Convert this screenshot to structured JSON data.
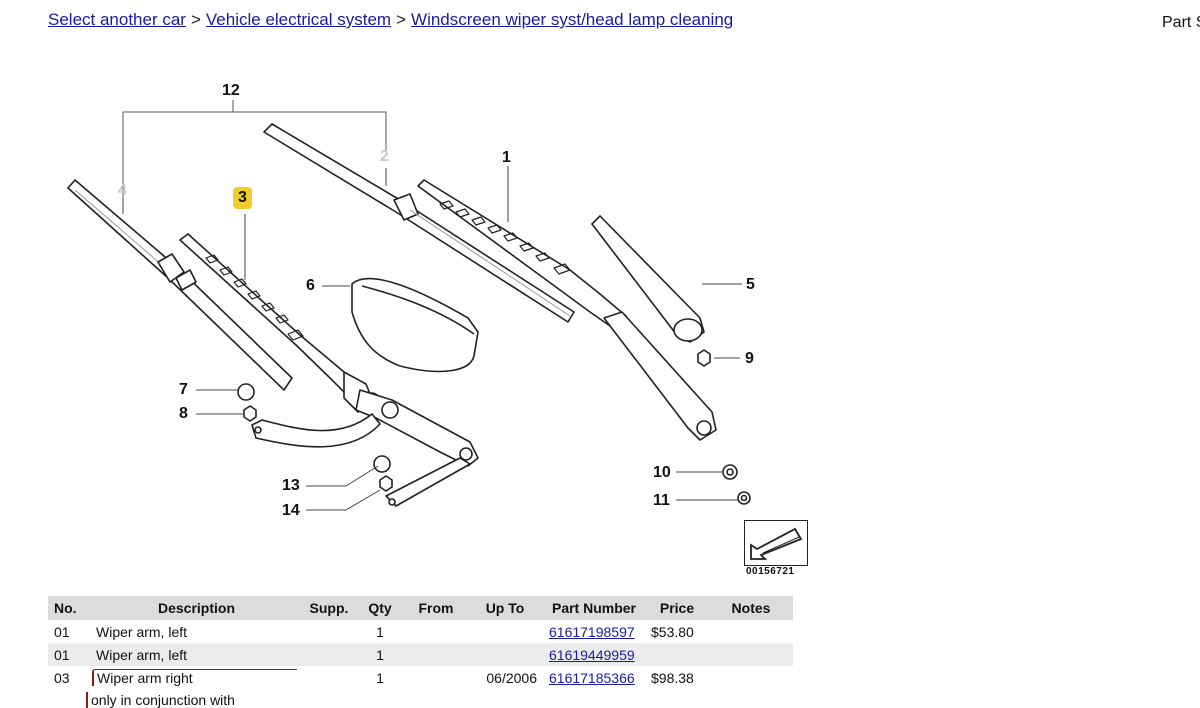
{
  "breadcrumb": {
    "items": [
      "Select another car",
      "Vehicle electrical system",
      "Windscreen wiper syst/head lamp cleaning"
    ],
    "separator": ">"
  },
  "side_label": "Part S",
  "diagram": {
    "callouts": {
      "n1": "1",
      "n2": "2",
      "n3": "3",
      "n4": "4",
      "n5": "5",
      "n6": "6",
      "n7": "7",
      "n8": "8",
      "n9": "9",
      "n10": "10",
      "n11": "11",
      "n12": "12",
      "n13": "13",
      "n14": "14"
    },
    "diagram_id": "00156721",
    "highlight_color": "#f2cc2a"
  },
  "table": {
    "headers": [
      "No.",
      "Description",
      "Supp.",
      "Qty",
      "From",
      "Up To",
      "Part Number",
      "Price",
      "Notes"
    ],
    "rows": [
      {
        "no": "01",
        "desc": "Wiper arm, left",
        "supp": "",
        "qty": "1",
        "from": "",
        "upto": "",
        "pn": "61617198597",
        "price": "$53.80",
        "notes": ""
      },
      {
        "no": "01",
        "desc": "Wiper arm, left",
        "supp": "",
        "qty": "1",
        "from": "",
        "upto": "",
        "pn": "61619449959",
        "price": "",
        "notes": ""
      },
      {
        "no": "03",
        "desc": "Wiper arm right",
        "supp": "",
        "qty": "1",
        "from": "",
        "upto": "06/2006",
        "pn": "61617185366",
        "price": "$98.38",
        "notes": ""
      }
    ],
    "subnote": "only in conjunction with"
  },
  "colors": {
    "link": "#1a1aa6",
    "header_bg": "#dcdcdc",
    "alt_row": "#ececec",
    "accent_border": "#8b1a1a"
  }
}
